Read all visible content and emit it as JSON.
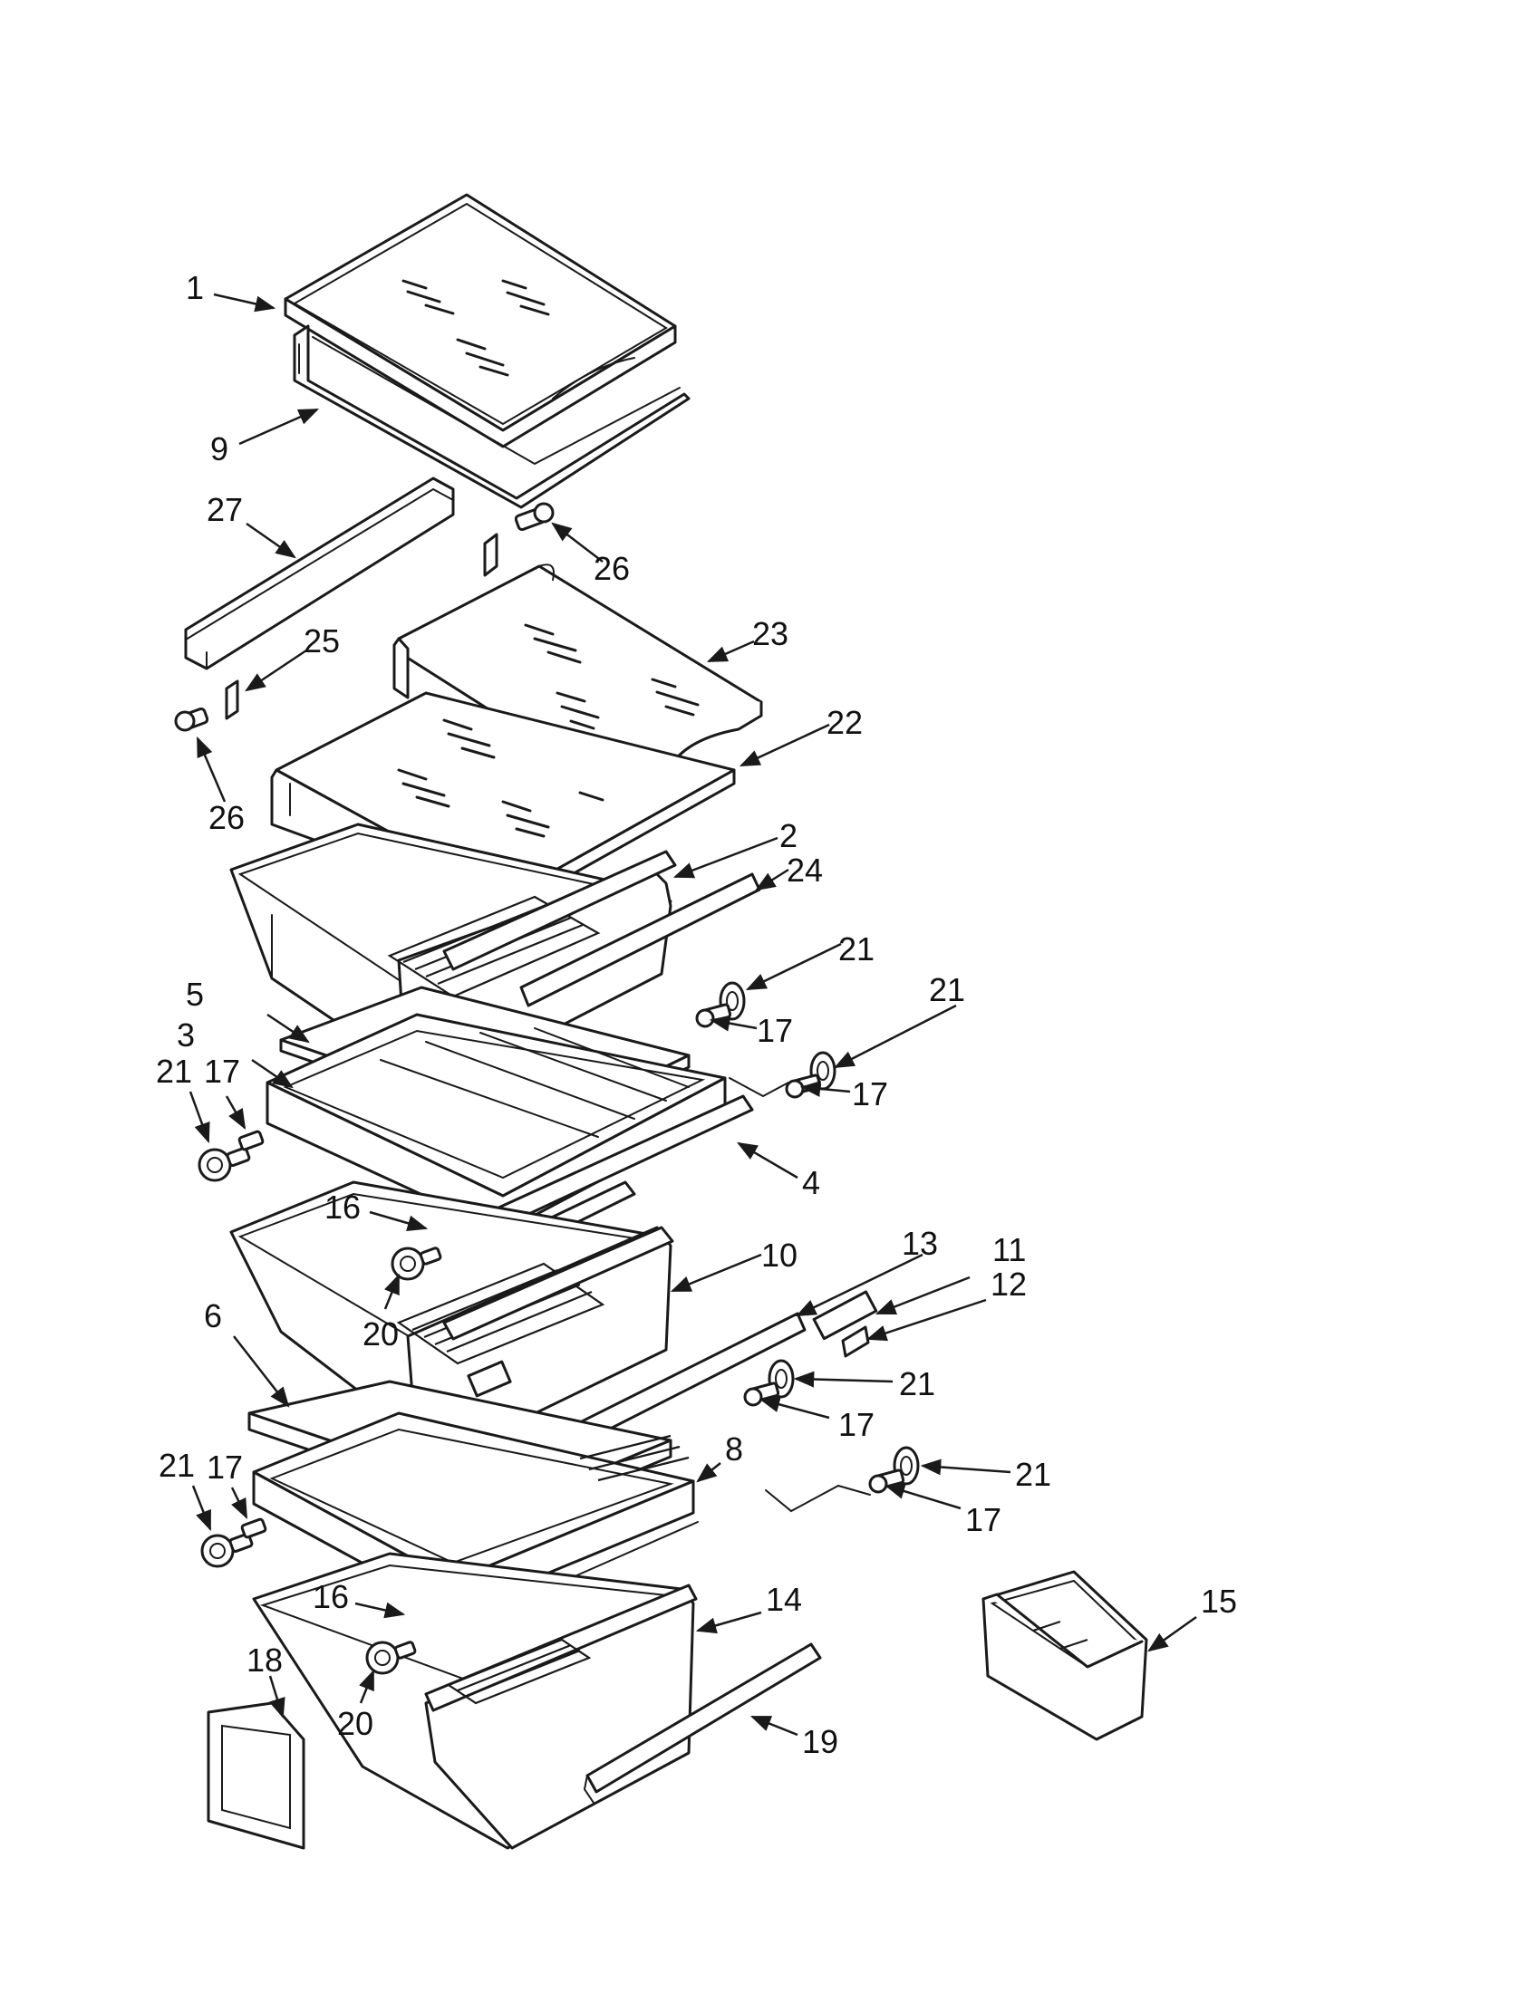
{
  "callouts": {
    "c1": "1",
    "c9": "9",
    "c27": "27",
    "c26a": "26",
    "c26b": "26",
    "c25": "25",
    "c23": "23",
    "c22": "22",
    "c2": "2",
    "c24": "24",
    "c21a": "21",
    "c17a": "17",
    "c21b": "21",
    "c17b": "17",
    "c5": "5",
    "c3": "3",
    "c21c": "21",
    "c17c": "17",
    "c4": "4",
    "c16a": "16",
    "c20a": "20",
    "c10": "10",
    "c13": "13",
    "c11": "11",
    "c12": "12",
    "c6": "6",
    "c21d": "21",
    "c17d": "17",
    "c8": "8",
    "c21e": "21",
    "c17e": "17",
    "c21f": "21",
    "c17f": "17",
    "c16b": "16",
    "c20b": "20",
    "c14": "14",
    "c15": "15",
    "c18": "18",
    "c19": "19"
  }
}
